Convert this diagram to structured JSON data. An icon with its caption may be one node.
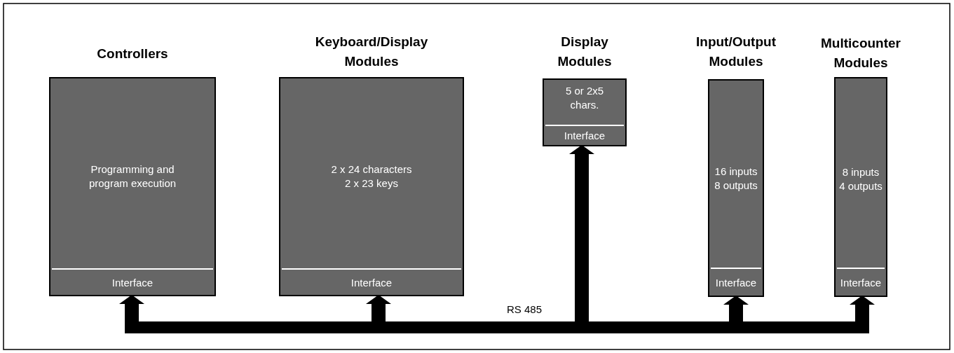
{
  "diagram": {
    "nodes": [
      {
        "text": [
          "Controllers",
          "Programming and program execution"
        ]
      },
      {
        "text": [
          "Interface"
        ],
        "in": 0
      },
      {
        "text": [
          "Keyboard/Display Modules",
          "2 x 24 characters",
          "2 x 23 keys"
        ]
      },
      {
        "text": [
          "Interface"
        ],
        "in": 2
      },
      {
        "text": [
          "Display Modules",
          "5 or 2x5 chars."
        ]
      },
      {
        "text": [
          "Interface"
        ],
        "in": 4
      },
      {
        "text": [
          "Input/Output Modules",
          "16 inputs",
          "8 outputs"
        ]
      },
      {
        "text": [
          "Interface"
        ],
        "in": 6
      },
      {
        "text": [
          "Multicounter Modules",
          "8 inputs",
          "4 outputs"
        ]
      },
      {
        "text": [
          "Interface"
        ],
        "in": 8
      },
      {
        "text": [],
        "shape": "bar",
        "beside": [
          "RS 485"
        ]
      }
    ],
    "edges": [
      {
        "from": 10,
        "to": 1,
        "arrow": "to"
      },
      {
        "from": 10,
        "to": 3,
        "arrow": "to"
      },
      {
        "from": 10,
        "to": 5,
        "arrow": "to"
      },
      {
        "from": 10,
        "to": 7,
        "arrow": "to"
      },
      {
        "from": 10,
        "to": 9,
        "arrow": "to"
      }
    ]
  }
}
